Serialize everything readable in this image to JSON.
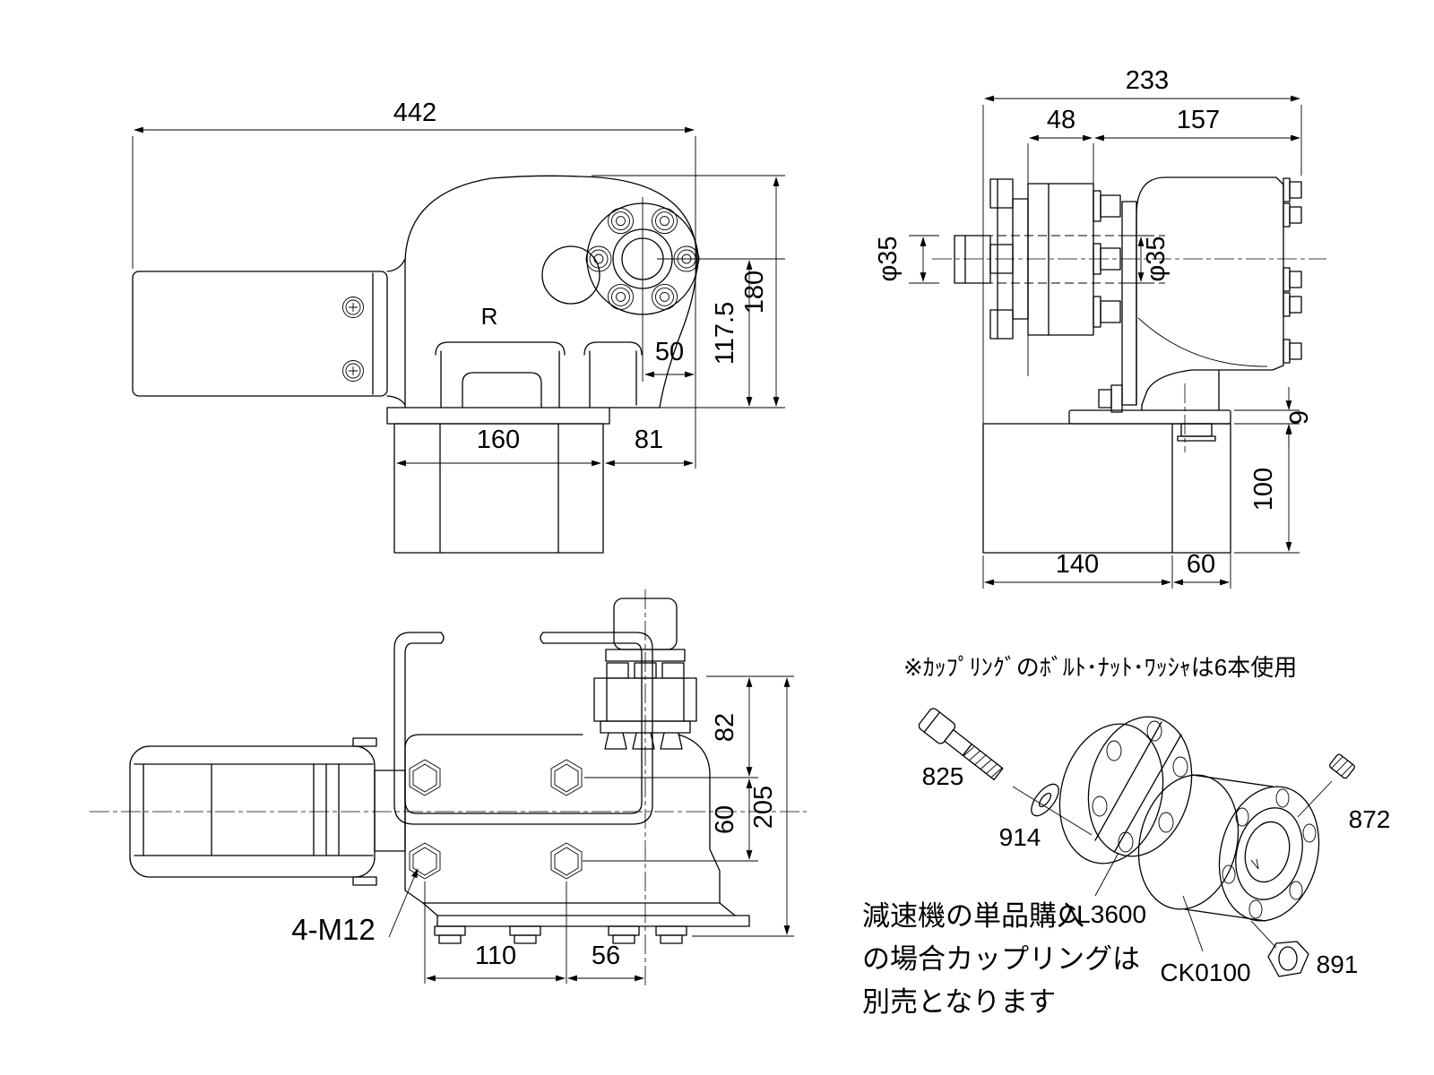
{
  "drawing": {
    "side_view": {
      "dim_overall_width": "442",
      "dim_overall_height": "180",
      "dim_shaft_center_height": "117.5",
      "dim_shaft_offset": "50",
      "dim_base_width": "160",
      "dim_base_offset": "81",
      "housing_marking": "R"
    },
    "front_view": {
      "dim_overall_depth": "233",
      "dim_coupling_length": "48",
      "dim_body_length": "157",
      "dim_shaft_dia_left": "φ35",
      "dim_shaft_dia_right": "φ35",
      "dim_plate_thickness": "9",
      "dim_base_height": "100",
      "dim_base_left": "140",
      "dim_base_right": "60"
    },
    "plan_view": {
      "dim_flange_to_hole": "82",
      "dim_hole_to_hole": "60",
      "dim_overall": "205",
      "dim_hole_span": "110",
      "dim_hole_to_center": "56",
      "bolt_callout": "4-M12"
    },
    "exploded_view": {
      "note": "※ｶｯﾌﾟﾘﾝｸﾞのﾎﾞﾙﾄ･ﾅｯﾄ･ﾜｯｼｬは6本使用",
      "parts": {
        "bolt": "825",
        "washer": "914",
        "coupling_flange": "CL3600",
        "coupling_hub": "CK0100",
        "set_screw": "872",
        "nut": "891"
      },
      "remark": [
        "減速機の単品購入",
        "の場合カップリングは",
        "別売となります"
      ]
    },
    "colors": {
      "line": "#000000",
      "background": "#ffffff"
    }
  }
}
